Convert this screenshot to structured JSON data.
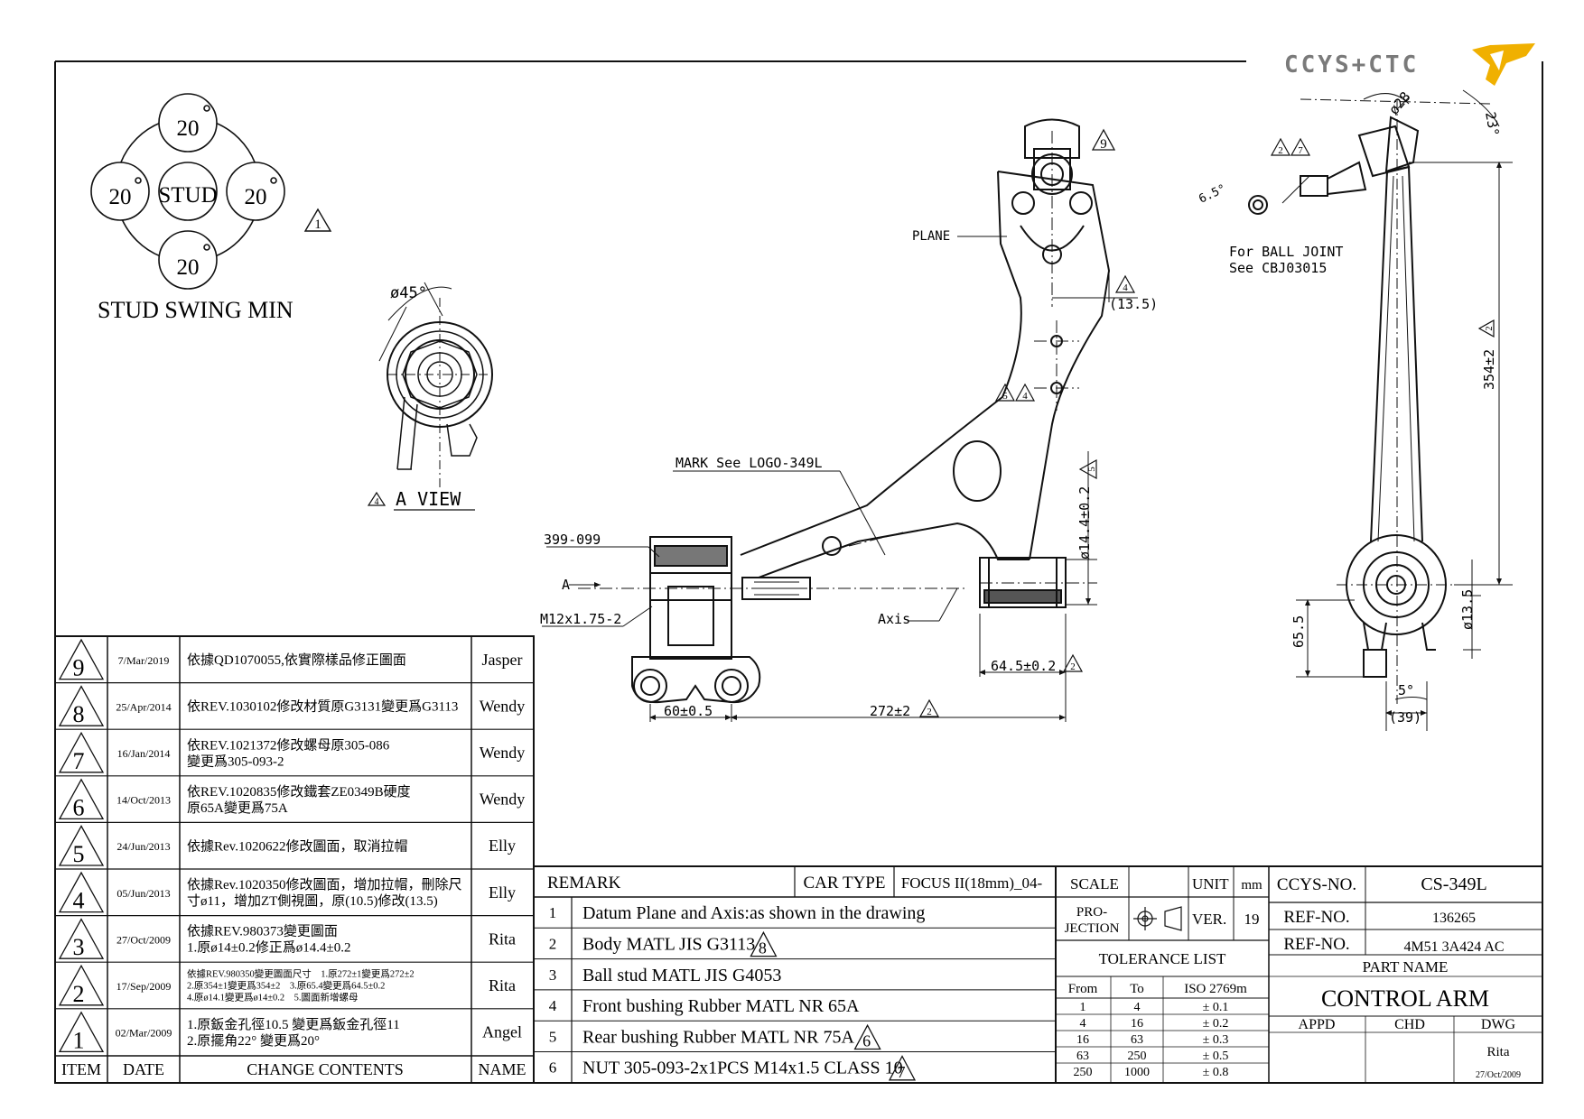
{
  "logo": {
    "text": "CCYS+CTC"
  },
  "stud_swing": {
    "title": "STUD SWING MIN",
    "center": "STUD",
    "top": "20",
    "left": "20",
    "right": "20",
    "bottom": "20",
    "mark": "1"
  },
  "a_view": {
    "angle": "ø45°",
    "label": "A VIEW",
    "mark": "4"
  },
  "main_view": {
    "plane": "PLANE",
    "mark_logo": "MARK See LOGO-349L",
    "part_399": "399-099",
    "a_arrow": "A",
    "thread": "M12x1.75-2",
    "axis": "Axis",
    "dim_60": "60±0.5",
    "dim_272": "272±2",
    "dim_272_mark": "2",
    "dim_64": "64.5±0.2",
    "dim_64_mark": "2",
    "dim_14": "ø14.4±0.2",
    "dim_14_mark": "5",
    "dim_13": "(13.5)",
    "dim_13_mark": "4",
    "mark_9": "9",
    "mark_5": "5",
    "mark_4": "4"
  },
  "side_view": {
    "ball_joint_1": "For BALL JOINT",
    "ball_joint_2": "See CBJ03015",
    "ang_6": "6.5°",
    "dia_28": "ø28",
    "ang_23": "23°",
    "dim_354": "354±2",
    "dim_354_mark": "2",
    "dim_65": "65.5",
    "dim_13": "ø13.5",
    "ang_5": "5°",
    "dim_39": "(39)",
    "mark_2": "2",
    "mark_7": "7"
  },
  "revisions": [
    {
      "item": "9",
      "date": "7/Mar/2019",
      "contents": [
        "依據QD1070055,依實際樣品修正圖面"
      ],
      "name": "Jasper"
    },
    {
      "item": "8",
      "date": "25/Apr/2014",
      "contents": [
        "依REV.1030102修改材質原G3131變更爲G3113"
      ],
      "name": "Wendy"
    },
    {
      "item": "7",
      "date": "16/Jan/2014",
      "contents": [
        "依REV.1021372修改螺母原305-086",
        "變更爲305-093-2"
      ],
      "name": "Wendy"
    },
    {
      "item": "6",
      "date": "14/Oct/2013",
      "contents": [
        "依REV.1020835修改鐵套ZE0349B硬度",
        "原65A變更爲75A"
      ],
      "name": "Wendy"
    },
    {
      "item": "5",
      "date": "24/Jun/2013",
      "contents": [
        "依據Rev.1020622修改圖面，取消拉帽"
      ],
      "name": "Elly"
    },
    {
      "item": "4",
      "date": "05/Jun/2013",
      "contents": [
        "依據Rev.1020350修改圖面，增加拉帽，刪除尺",
        "寸ø11，增加ZT側視圖，原(10.5)修改(13.5)"
      ],
      "name": "Elly"
    },
    {
      "item": "3",
      "date": "27/Oct/2009",
      "contents": [
        "依據REV.980373變更圖面",
        "1.原ø14±0.2修正爲ø14.4±0.2"
      ],
      "name": "Rita"
    },
    {
      "item": "2",
      "date": "17/Sep/2009",
      "contents": [
        "依據REV.980350變更圖面尺寸　1.原272±1變更爲272±2",
        "2.原354±1變更爲354±2　3.原65.4變更爲64.5±0.2",
        "4.原ø14.1變更爲ø14±0.2　5.圖面新增螺母"
      ],
      "name": "Rita"
    },
    {
      "item": "1",
      "date": "02/Mar/2009",
      "contents": [
        "1.原鈑金孔徑10.5 變更爲鈑金孔徑11",
        "2.原擺角22° 變更爲20°"
      ],
      "name": "Angel"
    }
  ],
  "revision_header": {
    "item": "ITEM",
    "date": "DATE",
    "contents": "CHANGE CONTENTS",
    "name": "NAME"
  },
  "remark": {
    "title": "REMARK",
    "car_type_label": "CAR TYPE",
    "car_type": "FOCUS II(18mm)_04-",
    "rows": [
      {
        "n": "1",
        "text": "Datum Plane and Axis:as shown in the drawing",
        "mark": ""
      },
      {
        "n": "2",
        "text": "Body MATL JIS G3113",
        "mark": "8"
      },
      {
        "n": "3",
        "text": "Ball stud MATL JIS G4053",
        "mark": ""
      },
      {
        "n": "4",
        "text": "Front bushing Rubber MATL NR 65A",
        "mark": ""
      },
      {
        "n": "5",
        "text": "Rear bushing Rubber MATL NR 75A",
        "mark": "6"
      },
      {
        "n": "6",
        "text": "NUT 305-093-2x1PCS M14x1.5 CLASS 10",
        "mark": "7"
      }
    ]
  },
  "title_block": {
    "scale": "SCALE",
    "unit": "UNIT",
    "unit_val": "mm",
    "projection_1": "PRO-",
    "projection_2": "JECTION",
    "ver": "VER.",
    "ver_val": "19",
    "tolerance_title": "TOLERANCE LIST",
    "tol_head": [
      "From",
      "To",
      "ISO 2769m"
    ],
    "tolerances": [
      [
        "1",
        "4",
        "± 0.1"
      ],
      [
        "4",
        "16",
        "± 0.2"
      ],
      [
        "16",
        "63",
        "± 0.3"
      ],
      [
        "63",
        "250",
        "± 0.5"
      ],
      [
        "250",
        "1000",
        "± 0.8"
      ]
    ],
    "ccys_label": "CCYS-NO.",
    "ccys_val": "CS-349L",
    "ref_label": "REF-NO.",
    "ref_val_1": "136265",
    "ref_val_2": "4M51 3A424 AC",
    "part_name_label": "PART NAME",
    "part_name": "CONTROL ARM",
    "appd": "APPD",
    "chd": "CHD",
    "dwg": "DWG",
    "dwg_name": "Rita",
    "dwg_date": "27/Oct/2009"
  }
}
